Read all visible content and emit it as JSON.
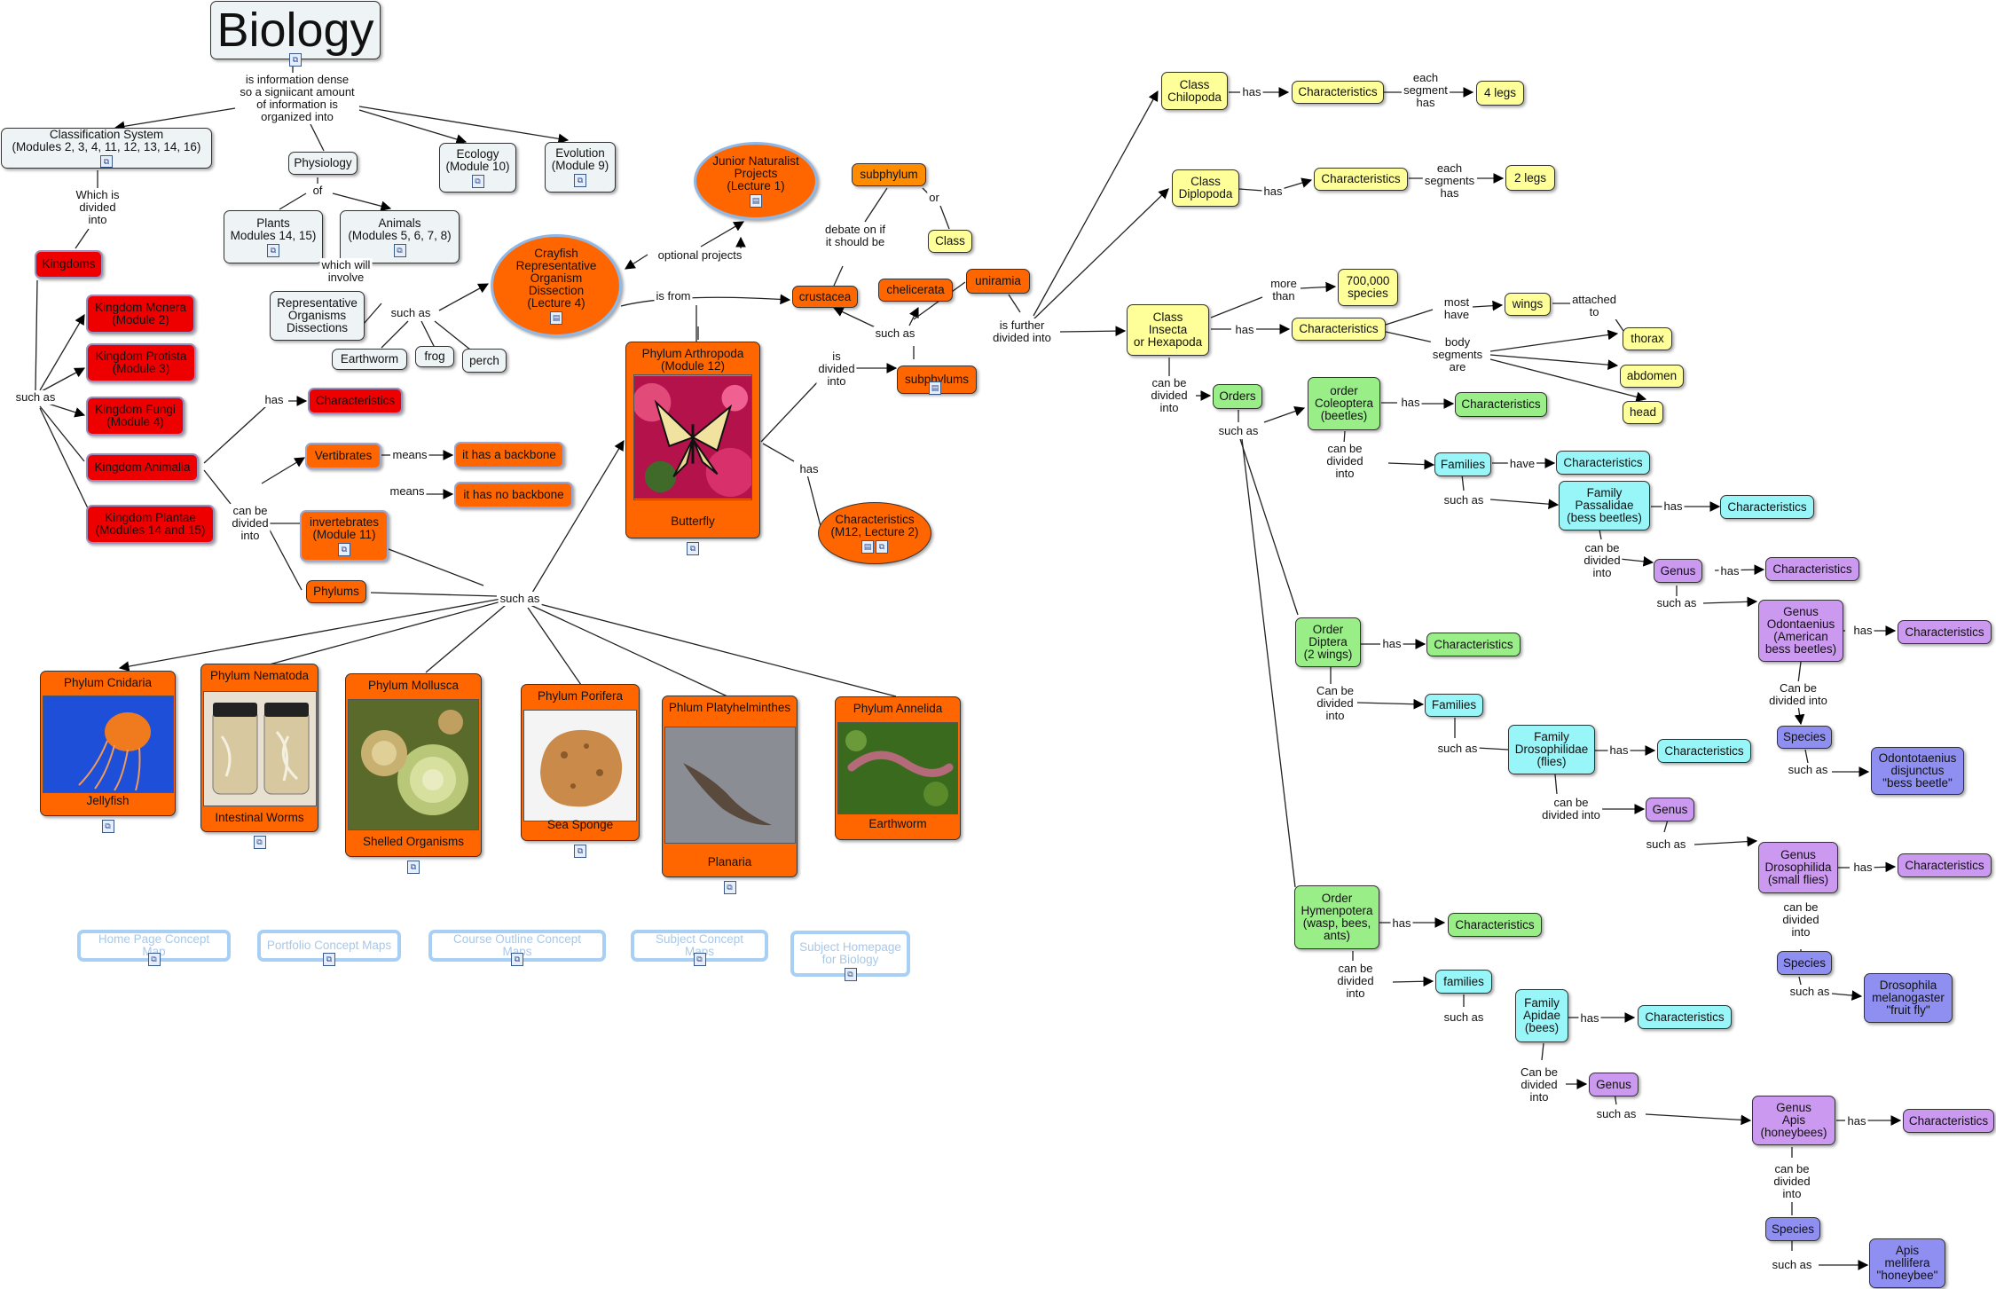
{
  "nodes": {
    "biology": "Biology",
    "classification": "Classification System\n(Modules 2, 3, 4, 11, 12, 13, 14, 16)",
    "physiology": "Physiology",
    "ecology": "Ecology\n(Module 10)",
    "evolution": "Evolution\n(Module 9)",
    "plants": "Plants\nModules 14, 15)",
    "animals": "Animals\n(Modules 5, 6, 7, 8)",
    "rep_org": "Representative\nOrganisms\nDissections",
    "earthworm_s": "Earthworm",
    "frog": "frog",
    "perch": "perch",
    "crayfish": "Crayfish\nRepresentative\nOrganism\nDissection\n(Lecture 4)",
    "junior": "Junior Naturalist\nProjects\n(Lecture 1)",
    "kingdoms": "Kingdoms",
    "monera": "Kingdom Monera\n(Module 2)",
    "protista": "Kingdom Protista\n(Module 3)",
    "fungi": "Kingdom Fungi\n(Module 4)",
    "animalia": "Kingdom Animalia",
    "plantae": "Kingdom Plantae\n(Modules 14 and 15)",
    "animalia_char": "Characteristics",
    "vert": "Vertibrates",
    "backbone": "it has a backbone",
    "invert": "invertebrates\n(Module 11)",
    "nobackbone": "it has no backbone",
    "phylums": "Phylums",
    "arthropoda": "Phylum Arthropoda\n(Module 12)",
    "butterfly": "Butterfly",
    "arth_char": "Characteristics\n(M12, Lecture 2)",
    "crustacea": "crustacea",
    "chelicerata": "chelicerata",
    "uniramia": "uniramia",
    "subphylum": "subphylum",
    "class_box": "Class",
    "subphylums": "subphylums",
    "cnidaria": "Phylum Cnidaria",
    "jellyfish": "Jellyfish",
    "nematoda": "Phylum Nematoda",
    "intestinal": "Intestinal Worms",
    "mollusca": "Phylum Mollusca",
    "shelled": "Shelled Organisms",
    "porifera": "Phylum Porifera",
    "sponge": "Sea Sponge",
    "platy": "Phlum Platyhelminthes",
    "planaria": "Planaria",
    "annelida": "Phylum Annelida",
    "earthworm_p": "Earthworm",
    "home_map": "Home Page Concept Map",
    "portfolio_map": "Portfolio Concept Maps",
    "course_map": "Course Outline Concept Maps",
    "subject_map": "Subject Concept Maps",
    "subject_home": "Subject Homepage\nfor Biology",
    "chilopoda": "Class\nChilopoda",
    "chilo_char": "Characteristics",
    "legs4": "4 legs",
    "diplopoda": "Class\nDiplopoda",
    "diplo_char": "Characteristics",
    "legs2": "2 legs",
    "insecta": "Class\nInsecta\nor Hexapoda",
    "species700": "700,000\nspecies",
    "insect_char": "Characteristics",
    "wings": "wings",
    "thorax": "thorax",
    "abdomen": "abdomen",
    "head": "head",
    "orders": "Orders",
    "coleoptera": "order\nColeoptera\n(beetles)",
    "cole_char": "Characteristics",
    "families1": "Families",
    "fam1_char": "Characteristics",
    "passalidae": "Family\nPassalidae\n(bess beetles)",
    "pass_char": "Characteristics",
    "genus1": "Genus",
    "genus1_char": "Characteristics",
    "odontaenius": "Genus\nOdontaenius\n(American\nbess beetles)",
    "odont_char": "Characteristics",
    "species1": "Species",
    "odont_sp": "Odontotaenius\ndisjunctus\n\"bess beetle\"",
    "diptera": "Order\nDiptera\n(2 wings)",
    "dipt_char": "Characteristics",
    "families2": "Families",
    "drosophilidae": "Family\nDrosophilidae\n(flies)",
    "dros_char": "Characteristics",
    "genus2": "Genus",
    "drosophila": "Genus\nDrosophilida\n(small flies)",
    "drosophila_char": "Characteristics",
    "species2": "Species",
    "dros_sp": "Drosophila\nmelanogaster\n\"fruit fly\"",
    "hymenoptera": "Order\nHymenpotera\n(wasp, bees,\nants)",
    "hymen_char": "Characteristics",
    "families3": "families",
    "apidae": "Family\nApidae\n(bees)",
    "apid_char": "Characteristics",
    "genus3": "Genus",
    "apis": "Genus\nApis\n(honeybees)",
    "apis_char": "Characteristics",
    "species3": "Species",
    "apis_sp": "Apis\nmellifera\n\"honeybee\""
  },
  "link_labels": {
    "info_dense": "is information dense\nso a signiicant amount\nof information is\norganized into",
    "which_divided": "Which is\ndivided\ninto",
    "of": "of",
    "which_involve": "which will\ninvolve",
    "such_as_rep": "such as",
    "optional_projects": "optional projects",
    "is_from": "is from",
    "such_as_kingdoms": "such as",
    "has_animalia": "has",
    "can_be_divided_animalia": "can be\ndivided\ninto",
    "means1": "means",
    "means2": "means",
    "such_as_phyla": "such as",
    "is_divided_into": "is\ndivided\ninto",
    "has_arth": "has",
    "debate": "debate on if\nit should be",
    "or": "or",
    "such_as_sub": "such as",
    "further_divided": "is further\ndivided into",
    "has_chilo": "has",
    "each_segment": "each\nsegment\nhas",
    "has_diplo": "has",
    "each_segments": "each\nsegments\nhas",
    "more_than": "more\nthan",
    "has_insect": "has",
    "most_have": "most\nhave",
    "attached_to": "attached\nto",
    "body_segments": "body\nsegments\nare",
    "can_be_divided_insect": "can be\ndivided\ninto",
    "such_as_orders": "such as",
    "has_cole": "has",
    "can_be_divided_cole": "can be\ndivided\ninto",
    "have_fam1": "have",
    "such_as_fam1": "such as",
    "has_pass": "has",
    "can_be_divided_pass": "can be\ndivided\ninto",
    "has_genus1": "has",
    "such_as_genus1": "such as",
    "has_odont": "has",
    "can_be_divided_odont": "Can be\ndivided into",
    "such_as_sp1": "such as",
    "has_dipt": "has",
    "can_be_divided_dipt": "Can be\ndivided\ninto",
    "such_as_fam2": "such as",
    "has_dros": "has",
    "can_be_divided_dros": "can be\ndivided into",
    "such_as_genus2": "such as",
    "has_drosophila": "has",
    "can_be_divided_drosophila": "can be\ndivided\ninto",
    "such_as_sp2": "such as",
    "has_hymen": "has",
    "can_be_divided_hymen": "can be\ndivided\ninto",
    "such_as_fam3": "such as",
    "has_apid": "has",
    "can_be_divided_apid": "Can be\ndivided\ninto",
    "such_as_genus3": "such as",
    "has_apis": "has",
    "can_be_divided_apis": "can be\ndivided\ninto",
    "such_as_sp3": "such as"
  },
  "colors": {
    "gray": "#eef3f5",
    "red": "#ee0000",
    "orange": "#ff6600",
    "yellow": "#ffff99",
    "green": "#99ee88",
    "cyan": "#99f6f8",
    "purple": "#cc99f0",
    "blue": "#8f8ff2"
  }
}
